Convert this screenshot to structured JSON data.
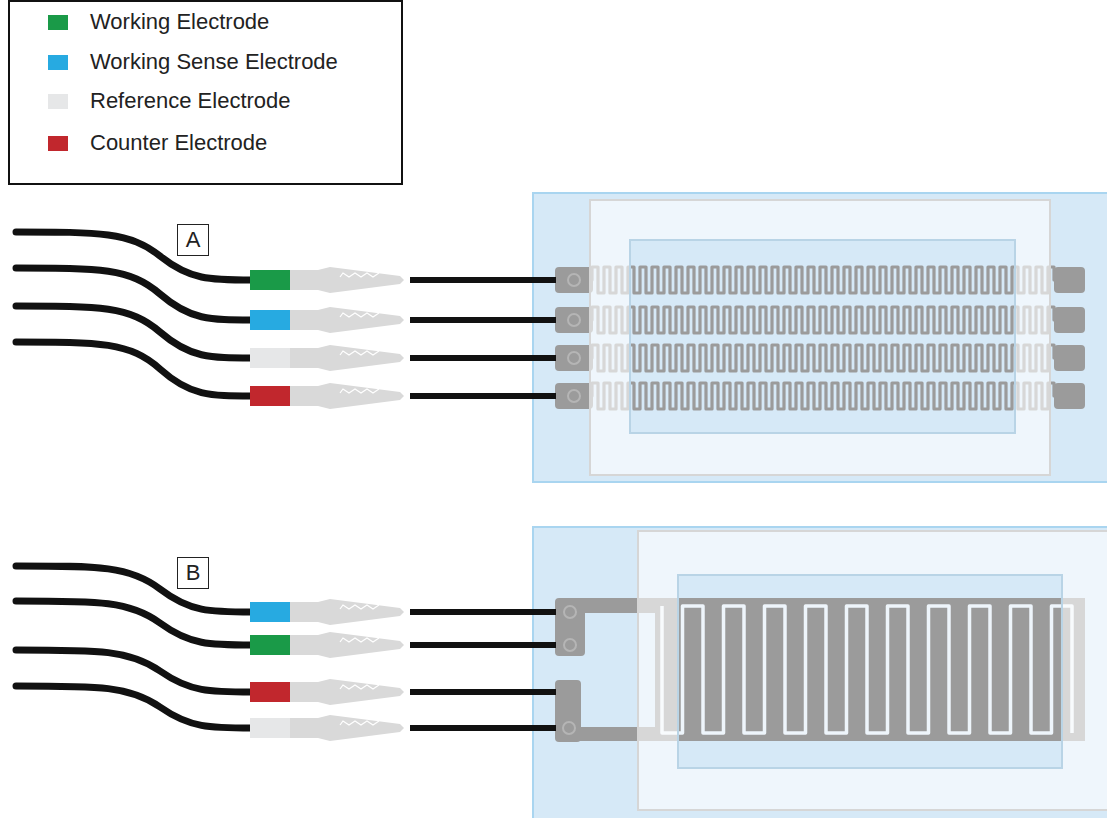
{
  "diagram": {
    "nodes": [
      {
        "text": [
          "A"
        ]
      },
      {
        "text": [
          "B"
        ]
      }
    ],
    "legend": [
      {
        "text": "Working Electrode",
        "color": "#1a9a48"
      },
      {
        "text": "Working Sense Electrode",
        "color": "#27aae1"
      },
      {
        "text": "Reference Electrode",
        "color": "#e6e7e8"
      },
      {
        "text": "Counter Electrode",
        "color": "#c1272d"
      }
    ]
  }
}
